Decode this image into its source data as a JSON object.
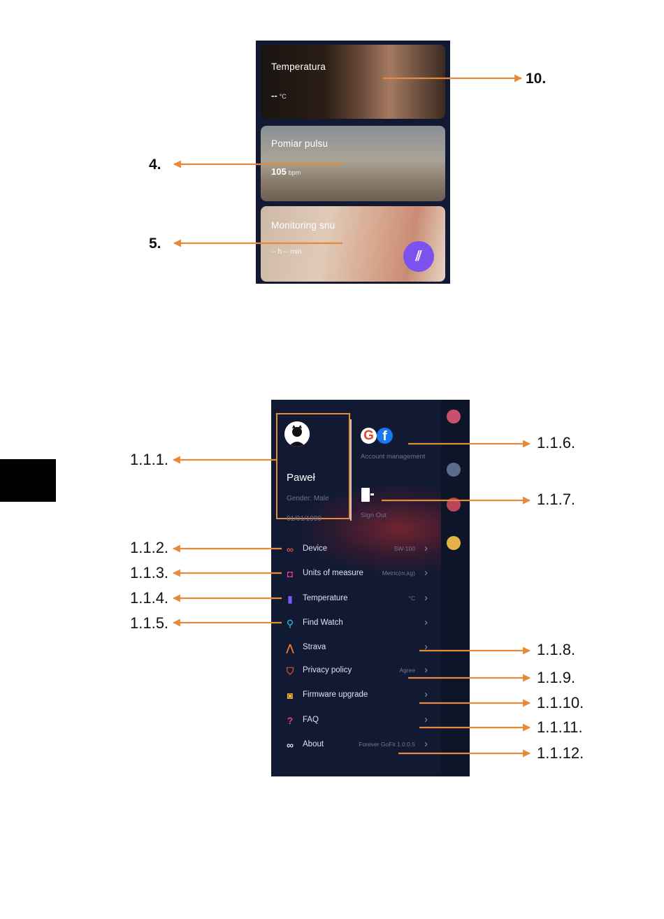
{
  "top_screen": {
    "cards": [
      {
        "title": "Temperatura",
        "value": "--",
        "unit": "°C"
      },
      {
        "title": "Pomiar pulsu",
        "value": "105",
        "unit": "bpm"
      },
      {
        "title": "Monitoring snu",
        "value": "-- h -- min",
        "unit": ""
      }
    ],
    "fab_icon": "slash-lines-icon"
  },
  "top_callouts": [
    "10.",
    "4.",
    "5."
  ],
  "bottom_screen": {
    "profile": {
      "name": "Paweł",
      "gender": "Gender: Male",
      "birth": "01/01/1990"
    },
    "account_management": "Account management",
    "sign_out": "Sign Out",
    "menu": [
      {
        "label": "Device",
        "value": "SW-100",
        "icon": "link-icon",
        "color": "#e0473f"
      },
      {
        "label": "Units of measure",
        "value": "Metric(m,kg)",
        "icon": "ruler-icon",
        "color": "#e53c8c"
      },
      {
        "label": "Temperature",
        "value": "°C",
        "icon": "thermometer-icon",
        "color": "#7a5cf0"
      },
      {
        "label": "Find Watch",
        "value": "",
        "icon": "search-icon",
        "color": "#2fc4e6"
      },
      {
        "label": "Strava",
        "value": "",
        "icon": "strava-icon",
        "color": "#f07a2c"
      },
      {
        "label": "Privacy policy",
        "value": "Agree",
        "icon": "shield-icon",
        "color": "#e0473f"
      },
      {
        "label": "Firmware upgrade",
        "value": "",
        "icon": "watch-icon",
        "color": "#f2b534"
      },
      {
        "label": "FAQ",
        "value": "",
        "icon": "question-icon",
        "color": "#e53c8c"
      },
      {
        "label": "About",
        "value": "Forever GoFit 1.0.0.5",
        "icon": "infinity-icon",
        "color": "#dfe3ee"
      }
    ]
  },
  "bottom_callouts": [
    "1.1.1.",
    "1.1.2.",
    "1.1.3.",
    "1.1.4.",
    "1.1.5.",
    "1.1.6.",
    "1.1.7.",
    "1.1.8.",
    "1.1.9.",
    "1.1.10.",
    "1.1.11.",
    "1.1.12."
  ],
  "colors": {
    "arrow": "#e8893a",
    "screen_bg": "#121a33",
    "fab": "#7c52ef"
  }
}
